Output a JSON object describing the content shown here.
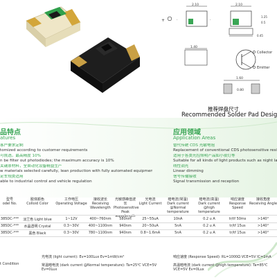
{
  "colors": {
    "accent_green": "#3aa655",
    "led_body": "#f2e9cc",
    "lens_black": "#1b1b1b"
  },
  "images": {
    "led_white": "smd-led-white-package-photo",
    "led_black": "smd-led-black-package-photo"
  },
  "drawing": {
    "dim_top": "2.10",
    "dim_right_top": "2.10",
    "dim_small_1": "1.25",
    "dim_small_2": "0.5",
    "dim_front": "1.40",
    "dim_mid": "0.45",
    "dim_pad_1": "1.60",
    "dim_pad_2": "0.80",
    "pin_collector": "Collector",
    "pin_emitter": "Emitter",
    "pad_title_cn": "推荐焊盘尺寸",
    "pad_title_en": "Recommended Solder Pad Design"
  },
  "features": {
    "title_cn": "品特点",
    "title_en": "atures",
    "items": [
      {
        "cn": "客户要求定制",
        "en": "tomized according to customer requirements"
      },
      {
        "cn": "可挑选，最高精度 10%",
        "en": "n be filter out photodiodes; the maximum accuracy is 10%"
      },
      {
        "cn": "关键原材料，全自动化设备精益生产",
        "en": "w materials selected carefully, lean production with fully automated equipments"
      },
      {
        "cn": "足车规类适用",
        "en": "able to industrial control and vehicle regulation"
      }
    ]
  },
  "applications": {
    "title_cn": "应用领域",
    "title_en": "Application Areas",
    "items": [
      {
        "cn": "替代传统 CDS 光敏电阻",
        "en": "Replacement of conventional CDS photosensitive resistors"
      },
      {
        "cn": "适用于各类光控照明产品如小夜灯等",
        "en": "Suitable for all kinds of light products such as night lamp etc."
      },
      {
        "cn": "线性调光",
        "en": "Linear dimming"
      },
      {
        "cn": "信号传输接收",
        "en": "Signal transmission and reception"
      }
    ]
  },
  "table": {
    "headers": [
      {
        "cn": "型号",
        "en": "odel No."
      },
      {
        "cn": "胶体颜色",
        "en": "Colloid Color"
      },
      {
        "cn": "工作电压",
        "en": "Operating Voltage"
      },
      {
        "cn": "接收波长",
        "en": "Receiving Wavelength"
      },
      {
        "cn": "光敏感峰值波长",
        "en": "Photosensitive Peak wavelength"
      },
      {
        "cn": "光电流",
        "en": "Light Current"
      },
      {
        "cn": "暗电流(常温)",
        "en": "Dark current @Normal temperature"
      },
      {
        "cn": "暗电流(高温)",
        "en": "Dark current @high temperature"
      },
      {
        "cn": "响应速度",
        "en": "Response Speed"
      },
      {
        "cn": "接收角度",
        "en": "Receiving Angle"
      }
    ],
    "rows": [
      [
        "385DC-***",
        "淡兰色 Light blue",
        "1~12V",
        "400~760nm",
        "580nm",
        "25~55uA",
        "10nA",
        "0.2 u A",
        "tr/tf 50ms",
        ">140°"
      ],
      [
        "385DC-***",
        "水晶透明 Crystal",
        "0.3~30V",
        "400~1100nm",
        "940nm",
        "20~50uA",
        "5nA",
        "0.2 u A",
        "tr/tf 15us",
        ">140°"
      ],
      [
        "385DC-***",
        "黑色 Black",
        "0.3~30V",
        "780~1100nm",
        "940nm",
        "0.8~1.6mA",
        "5nA",
        "0.2 u A",
        "tr/tf 15us",
        ">140°"
      ]
    ],
    "footer": {
      "cond": "t Condition",
      "light_current": "光电流 (light current): Ev=100Lux Ev=1mW/cm²",
      "dark_normal": "常温暗电流 (dark current @Normal temperature): Ta=25℃ VCE=5V Ev=0Lux",
      "response": "响应速度 (Response Speed): RL=1000Ω VCE=5V IC=1mA",
      "dark_high": "高温暗电流 (dark current @high temperature): Ta=85℃ VCE=5V Ev=0Lux"
    }
  }
}
